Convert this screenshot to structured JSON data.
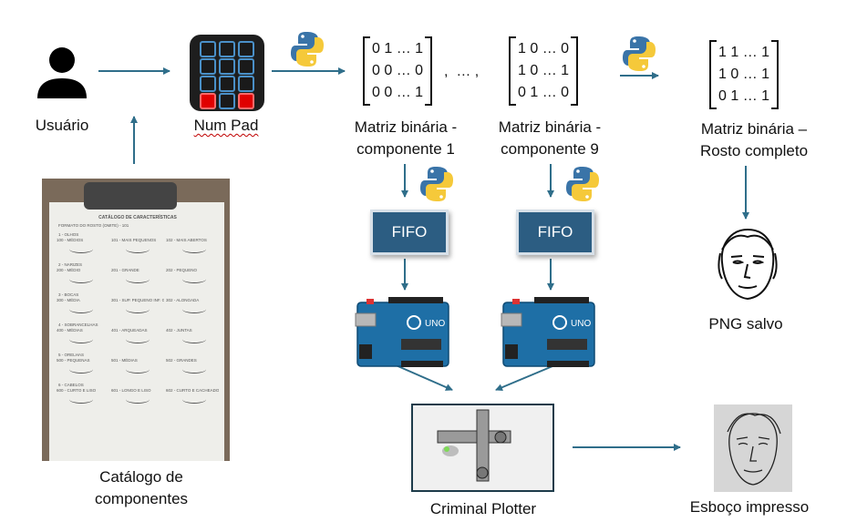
{
  "nodes": {
    "usuario": "Usuário",
    "numpad": "Num Pad",
    "matriz_c1": [
      "Matriz binária -",
      "componente 1"
    ],
    "matriz_c9": [
      "Matriz binária -",
      "componente 9"
    ],
    "matriz_full": [
      "Matriz binária –",
      "Rosto completo"
    ],
    "catalogo": [
      "Catálogo de",
      "componentes"
    ],
    "fifo_left": "FIFO",
    "fifo_right": "FIFO",
    "png": "PNG salvo",
    "plotter": "Criminal Plotter",
    "esboco": "Esboço impresso"
  },
  "matrices": {
    "m1": [
      "0 1 … 1",
      "0 0 … 0",
      "0 0 … 1"
    ],
    "m9": [
      "1 0 … 0",
      "1 0 … 1",
      "0 1 … 0"
    ],
    "mfull": [
      "1 1 … 1",
      "1 0 … 1",
      "0 1 … 1"
    ],
    "separator": ",  … ,"
  },
  "icons": [
    "user-icon",
    "python-logo",
    "arduino-board",
    "face-sketch-icon",
    "plotter-mechanism"
  ],
  "colors": {
    "arrow": "#2f6e8a",
    "fifo": "#2c5d82",
    "keypad_red": "#e00000",
    "keypad_blue": "#4a90c8"
  },
  "catalog_sheet": {
    "title": "CATÁLOGO DE CARACTERÍSTICAS",
    "subtitle": "FORMATO DO ROSTO (OMITE) - 101",
    "sections": [
      {
        "name": "1 - OLHOS",
        "items": [
          "100 - MÉDIOS",
          "101 - MAIS PEQUENOS",
          "102 - MAIS ABERTOS"
        ]
      },
      {
        "name": "2 - NARIZES",
        "items": [
          "200 - MÉDIO",
          "201 - GRANDE",
          "202 - PEQUENO"
        ]
      },
      {
        "name": "3 - BOCAS",
        "items": [
          "300 - MÉDIA",
          "301 - SUP. PEQUENO INF. GRANDE",
          "302 - ALONGADA"
        ]
      },
      {
        "name": "4 - SOBRANCELHAS",
        "items": [
          "400 - MÉDIAS",
          "401 - ARQUEADAS",
          "402 - JUNTAS"
        ]
      },
      {
        "name": "5 - ORELHAS",
        "items": [
          "500 - PEQUENAS",
          "501 - MÉDIAS",
          "502 - GRANDES"
        ]
      },
      {
        "name": "6 - CABELOS",
        "items": [
          "600 - CURTO E LISO",
          "601 - LONGO E LISO",
          "602 - CURTO E CACHEADO"
        ]
      }
    ]
  }
}
